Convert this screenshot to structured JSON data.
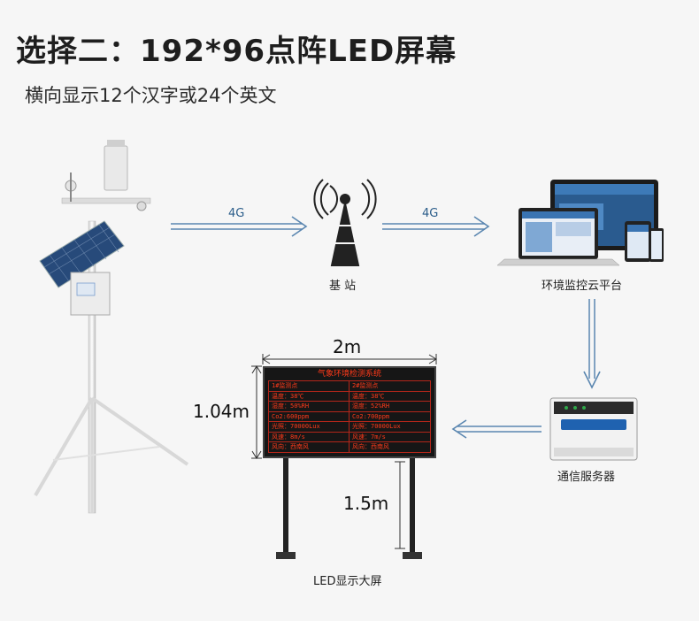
{
  "title": "选择二：192*96点阵LED屏幕",
  "subtitle": "横向显示12个汉字或24个英文",
  "nodes": {
    "base_station": "基 站",
    "cloud_platform": "环境监控云平台",
    "comm_server": "通信服务器",
    "led_screen": "LED显示大屏"
  },
  "links": {
    "left": "4G",
    "right": "4G"
  },
  "dimensions": {
    "width": "2m",
    "height": "1.04m",
    "pole": "1.5m"
  },
  "led_board": {
    "title": "气象环境检测系统",
    "rows": [
      [
        "1#监测点",
        "2#监测点"
      ],
      [
        "温度：38℃",
        "温度：38℃"
      ],
      [
        "湿度：50%RH",
        "湿度：52%RH"
      ],
      [
        "Co2:600ppm",
        "Co2:700ppm"
      ],
      [
        "光照：70000Lux",
        "光照：70000Lux"
      ],
      [
        "风速：8m/s",
        "风速：7m/s"
      ],
      [
        "风向：西南风",
        "风向：西南风"
      ]
    ]
  },
  "colors": {
    "arrow": "#3d6f99",
    "led_text": "#ff3a1a",
    "background": "#f6f6f6"
  }
}
